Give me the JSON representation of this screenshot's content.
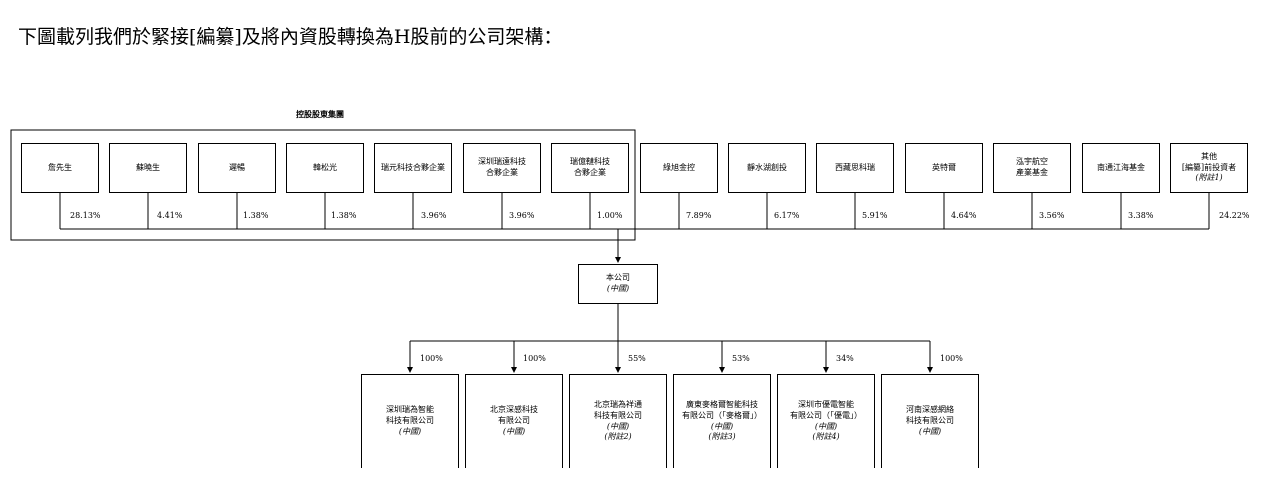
{
  "intro": "下圖載列我們於緊接[編纂]及將內資股轉換為H股前的公司架構：",
  "group_label": "控股股東集團",
  "shareholders": [
    {
      "lines": [
        "詹先生"
      ],
      "pct": "28.13%"
    },
    {
      "lines": [
        "蘇曉生"
      ],
      "pct": "4.41%"
    },
    {
      "lines": [
        "遲暢"
      ],
      "pct": "1.38%"
    },
    {
      "lines": [
        "韓松光"
      ],
      "pct": "1.38%"
    },
    {
      "lines": [
        "瑞元科技合夥企業"
      ],
      "pct": "3.96%"
    },
    {
      "lines": [
        "深圳瑞遠科技",
        "合夥企業"
      ],
      "pct": "3.96%"
    },
    {
      "lines": [
        "瑞億韃科技",
        "合夥企業"
      ],
      "pct": "1.00%"
    },
    {
      "lines": [
        "綠旭金控"
      ],
      "pct": "7.89%"
    },
    {
      "lines": [
        "靜水湖創投"
      ],
      "pct": "6.17%"
    },
    {
      "lines": [
        "西藏思科瑞"
      ],
      "pct": "5.91%"
    },
    {
      "lines": [
        "英特爾"
      ],
      "pct": "4.64%"
    },
    {
      "lines": [
        "泓宇航空",
        "產業基金"
      ],
      "pct": "3.56%"
    },
    {
      "lines": [
        "南通江海基金"
      ],
      "pct": "3.38%"
    },
    {
      "lines": [
        "其他",
        "[編纂]前投資者"
      ],
      "italic": "(附註1)",
      "pct": "24.22%"
    }
  ],
  "company": {
    "name": "本公司",
    "country": "(中國)"
  },
  "subsidiaries": [
    {
      "pct": "100%",
      "lines": [
        "深圳瑞為智能",
        "科技有限公司"
      ],
      "country": "(中國)",
      "note": ""
    },
    {
      "pct": "100%",
      "lines": [
        "北京深感科技",
        "有限公司"
      ],
      "country": "(中國)",
      "note": ""
    },
    {
      "pct": "55%",
      "lines": [
        "北京瑞為祥通",
        "科技有限公司"
      ],
      "country": "(中國)",
      "note": "(附註2)"
    },
    {
      "pct": "53%",
      "lines": [
        "廣東麥格爾智能科技",
        "有限公司（「麥格爾」）"
      ],
      "country": "(中國)",
      "note": "(附註3)"
    },
    {
      "pct": "34%",
      "lines": [
        "深圳市優電智能",
        "有限公司（「優電」）"
      ],
      "country": "(中國)",
      "note": "(附註4)"
    },
    {
      "pct": "100%",
      "lines": [
        "河南深感網絡",
        "科技有限公司"
      ],
      "country": "(中國)",
      "note": ""
    }
  ]
}
